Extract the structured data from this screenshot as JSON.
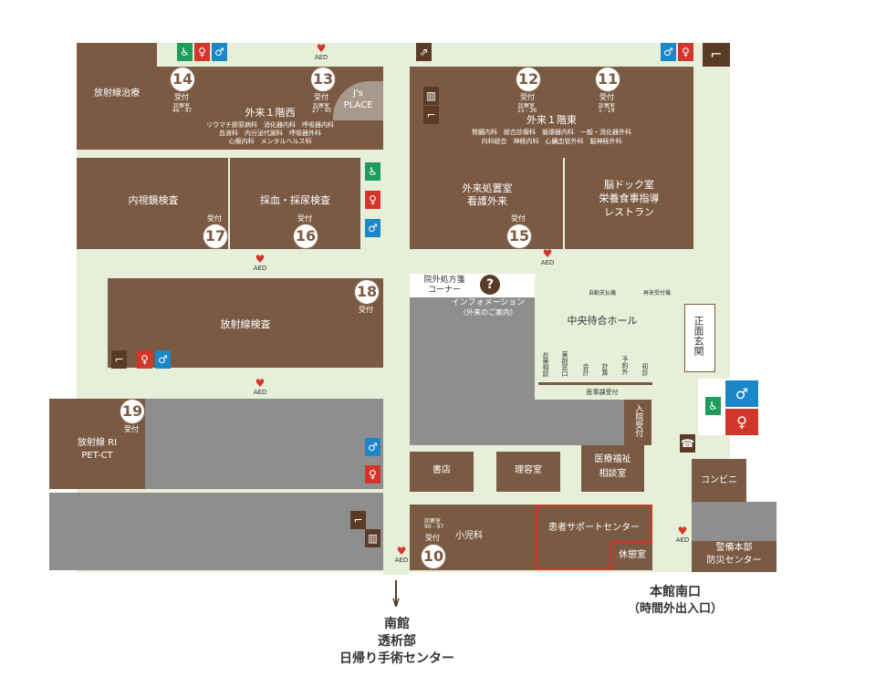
{
  "rooms": {
    "radiation_therapy": "放射線治療",
    "west_title": "外来１階西",
    "west_depts_1": "リウマチ膠原病科　消化器内科　呼吸器内科",
    "west_depts_2": "血液科　内分泌代謝科　呼吸器外科",
    "west_depts_3": "心療内科　メンタルヘルス科",
    "js_place": "J's\nPLACE",
    "east_title": "外来１階東",
    "east_depts_1": "腎臓内科　総合診療科　循環器内科　一般・消化器外科",
    "east_depts_2": "内科総合　神経内科　心臓血管外科　脳神経外科",
    "endoscopy": "内視鏡検査",
    "blood_test": "採血・採尿検査",
    "outpatient_treatment_1": "外来処置室",
    "outpatient_treatment_2": "看護外来",
    "brain_dock_1": "脳ドック室",
    "brain_dock_2": "栄養食事指導",
    "brain_dock_3": "レストラン",
    "radiology_exam": "放射線検査",
    "radiation_ri_1": "放射線 RI",
    "radiation_ri_2": "PET-CT",
    "bookstore": "書店",
    "barber": "理容室",
    "medical_welfare_1": "医療福祉",
    "medical_welfare_2": "相談室",
    "pediatrics": "小児科",
    "patient_support": "患者サポートセンター",
    "rest_room": "休憩室",
    "convenience": "コンビニ",
    "security_1": "警備本部",
    "security_2": "防災センター",
    "admission_reception": "入院受付"
  },
  "reception": {
    "uketsuke": "受付",
    "shinsatsu": "診察室",
    "r14_rooms": "46 - 47",
    "r13_rooms": "27 - 45",
    "r12_rooms": "15 - 26",
    "r11_rooms": "1 - 14",
    "r10_rooms": "90 - 97"
  },
  "numbers": {
    "n10": "10",
    "n11": "11",
    "n12": "12",
    "n13": "13",
    "n14": "14",
    "n15": "15",
    "n16": "16",
    "n17": "17",
    "n18": "18",
    "n19": "19"
  },
  "hall": {
    "prescription_1": "院外処方箋",
    "prescription_2": "コーナー",
    "information_1": "インフォメーション",
    "information_2": "（外来のご案内）",
    "info_mark": "?",
    "central_hall": "中央待合ホール",
    "auto_pay": "自動支払機",
    "reissue": "再来受付機",
    "counter_1": "お薬相談",
    "counter_2": "薬剤窓口",
    "counter_3": "会計",
    "counter_4": "計算",
    "counter_5": "予約外",
    "counter_6": "初診",
    "medical_affairs": "医事課受付",
    "main_entrance": "正面玄関"
  },
  "exits": {
    "south_building_1": "南館",
    "south_building_2": "透析部",
    "south_building_3": "日帰り手術センター",
    "main_south_1": "本館南口",
    "main_south_2": "（時間外出入口）"
  },
  "aed_label": "AED",
  "colors": {
    "room": "#7b5a43",
    "corridor": "#e7efd9",
    "gray_area": "#8e8e8e",
    "highlight": "#d2362b",
    "accessible": "#1f9b5a",
    "female": "#d2362b",
    "male": "#1b86c8"
  },
  "icons": {
    "wheelchair": "wheelchair-icon",
    "female": "female-toilet-icon",
    "male": "male-toilet-icon",
    "stairs": "stairs-icon",
    "elevator": "elevator-icon",
    "escalator": "escalator-icon",
    "phone": "phone-icon",
    "aed": "aed-heart-icon"
  }
}
